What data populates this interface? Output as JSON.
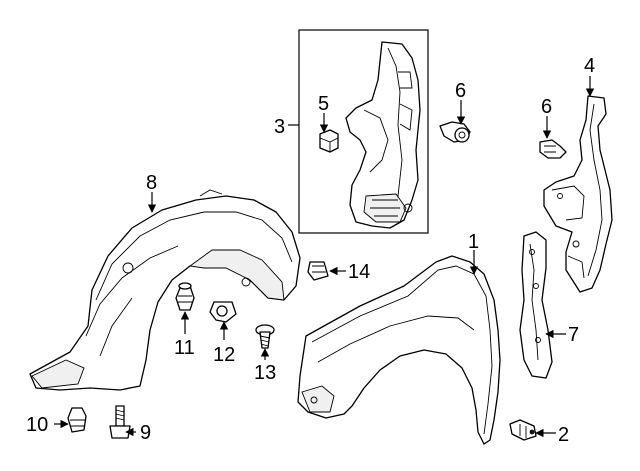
{
  "diagram": {
    "callouts": [
      {
        "key": "c1",
        "label": "1"
      },
      {
        "key": "c2",
        "label": "2"
      },
      {
        "key": "c3",
        "label": "3"
      },
      {
        "key": "c4",
        "label": "4"
      },
      {
        "key": "c5",
        "label": "5"
      },
      {
        "key": "c6a",
        "label": "6"
      },
      {
        "key": "c6b",
        "label": "6"
      },
      {
        "key": "c7",
        "label": "7"
      },
      {
        "key": "c8",
        "label": "8"
      },
      {
        "key": "c9",
        "label": "9"
      },
      {
        "key": "c10",
        "label": "10"
      },
      {
        "key": "c11",
        "label": "11"
      },
      {
        "key": "c12",
        "label": "12"
      },
      {
        "key": "c13",
        "label": "13"
      },
      {
        "key": "c14",
        "label": "14"
      }
    ]
  }
}
